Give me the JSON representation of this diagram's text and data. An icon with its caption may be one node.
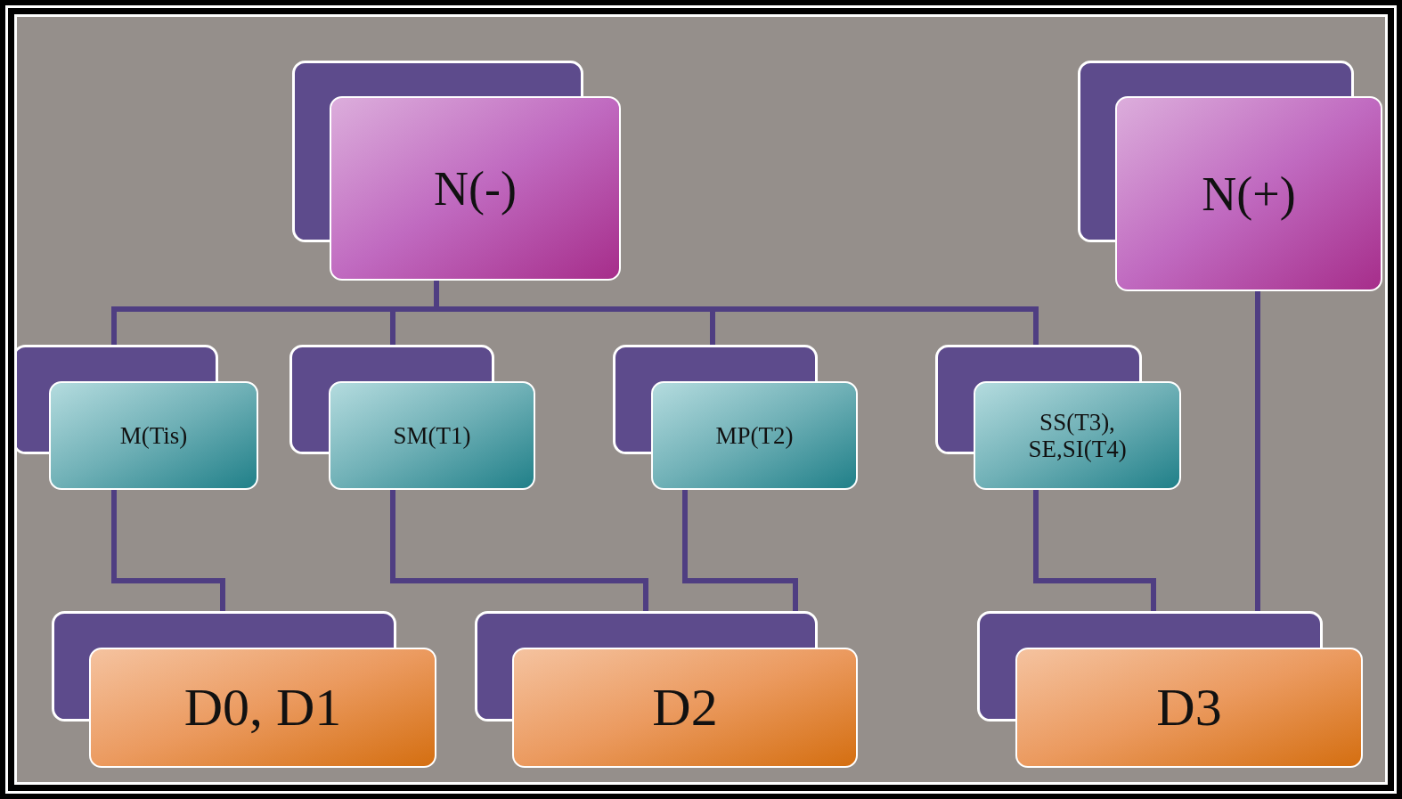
{
  "diagram": {
    "nodes": [
      {
        "text": [
          "N(-)"
        ]
      },
      {
        "text": [
          "N(+)"
        ]
      },
      {
        "text": [
          "M(Tis)"
        ]
      },
      {
        "text": [
          "SM(T1)"
        ]
      },
      {
        "text": [
          "MP(T2)"
        ]
      },
      {
        "text": [
          "SS(T3), SE,SI(T4)"
        ]
      },
      {
        "text": [
          "D0, D1"
        ]
      },
      {
        "text": [
          "D2"
        ]
      },
      {
        "text": [
          "D3"
        ]
      }
    ],
    "edges": [
      {
        "from": 0,
        "to": 2,
        "arrow": "none"
      },
      {
        "from": 0,
        "to": 3,
        "arrow": "none"
      },
      {
        "from": 0,
        "to": 4,
        "arrow": "none"
      },
      {
        "from": 0,
        "to": 5,
        "arrow": "none"
      },
      {
        "from": 2,
        "to": 6,
        "arrow": "none"
      },
      {
        "from": 3,
        "to": 7,
        "arrow": "none"
      },
      {
        "from": 4,
        "to": 7,
        "arrow": "none"
      },
      {
        "from": 5,
        "to": 8,
        "arrow": "none"
      },
      {
        "from": 1,
        "to": 8,
        "arrow": "none"
      }
    ]
  }
}
